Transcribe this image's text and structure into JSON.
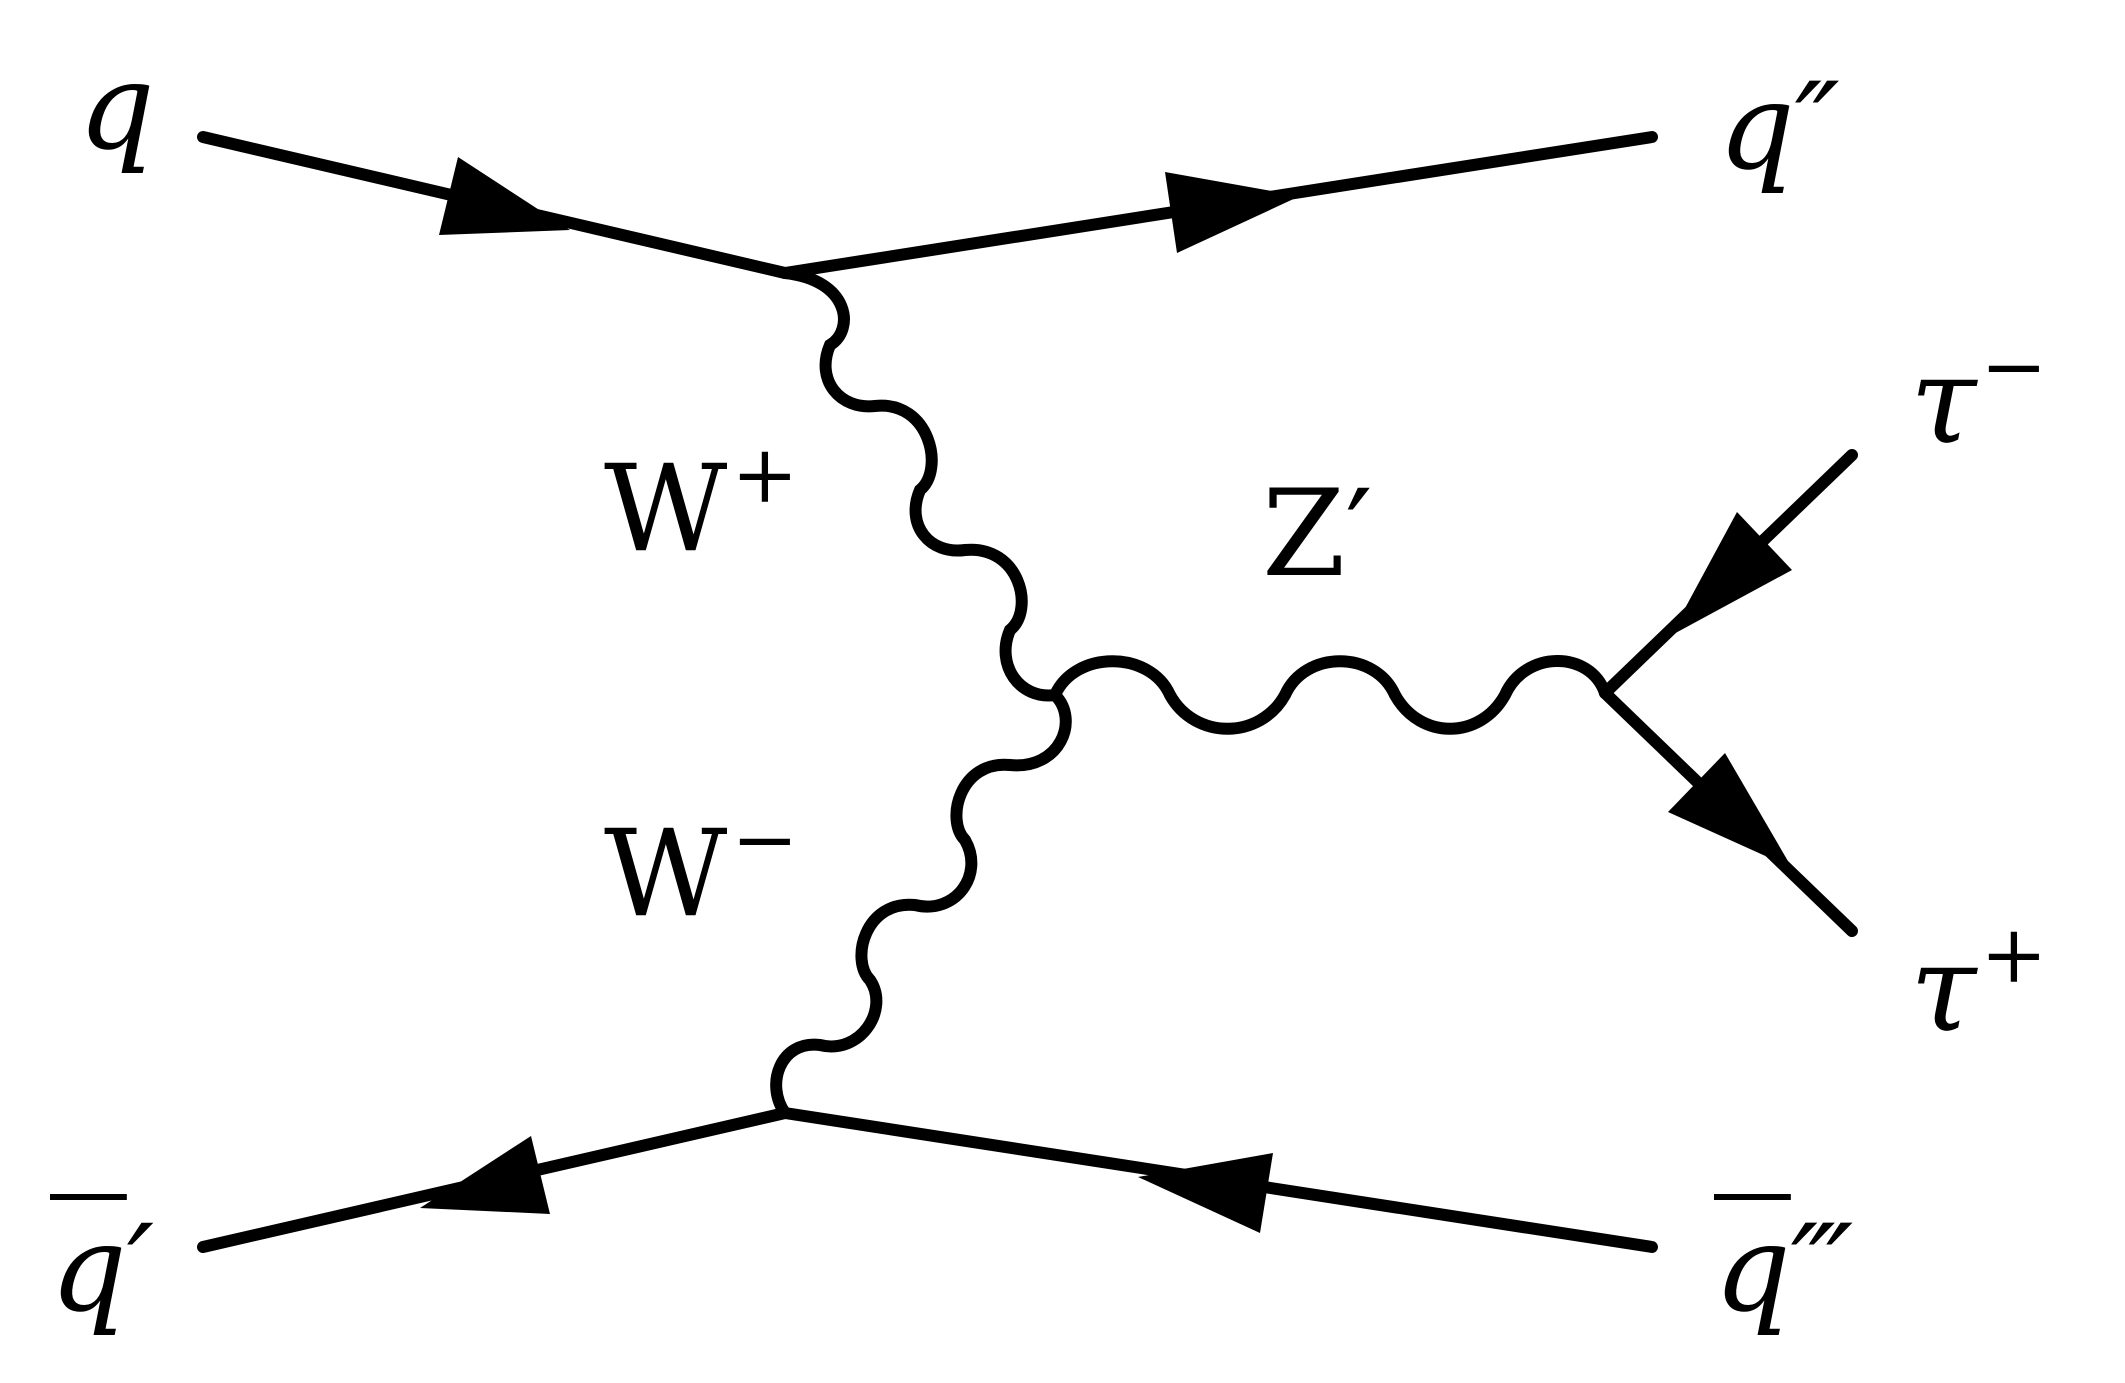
{
  "diagram": {
    "colors": {
      "stroke": "#000000",
      "background": "#ffffff"
    },
    "labels": {
      "q_in": {
        "base": "q",
        "prime": ""
      },
      "qpp_out": {
        "base": "q",
        "prime": "″"
      },
      "tau_minus": {
        "base": "τ",
        "charge": "−"
      },
      "tau_plus": {
        "base": "τ",
        "charge": "+"
      },
      "qbarp_in": {
        "base": "q",
        "prime": "′"
      },
      "qbarppp_out": {
        "base": "q",
        "prime": "‴"
      },
      "w_plus": {
        "base": "W",
        "charge": "+"
      },
      "w_minus": {
        "base": "W",
        "charge": "−"
      },
      "z_prime": {
        "base": "Z",
        "prime": "′"
      }
    }
  }
}
